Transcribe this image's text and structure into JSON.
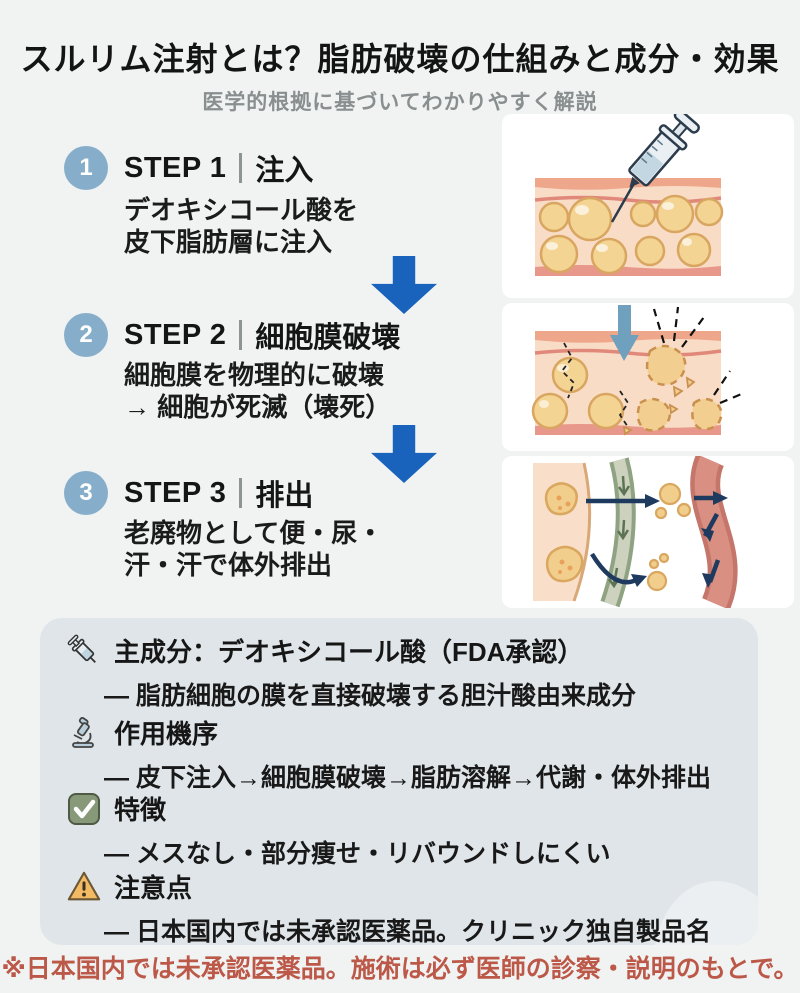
{
  "header": {
    "title": "スルリム注射とは？脂肪破壊の仕組みと成分・効果",
    "subtitle": "医学的根拠に基づいてわかりやすく解説"
  },
  "steps": [
    {
      "number": "1",
      "step_label": "STEP 1",
      "title": "注入",
      "description": "デオキシコール酸を\n皮下脂肪層に注入",
      "illustration": "syringe-injecting-into-subcutaneous-fat"
    },
    {
      "number": "2",
      "step_label": "STEP 2",
      "title": "細胞膜破壊",
      "description": "細胞膜を物理的に破壊\n→ 細胞が死滅（壊死）",
      "illustration": "fat-cell-membranes-breaking"
    },
    {
      "number": "3",
      "step_label": "STEP 3",
      "title": "排出",
      "description": "老廃物として便・尿・\n汗・汗で体外排出",
      "illustration": "waste-excreted-via-lymph-and-blood-vessels"
    }
  ],
  "summary": {
    "items": [
      {
        "icon": "syringe-icon",
        "title": "主成分：デオキシコール酸（FDA承認）",
        "detail": "— 脂肪細胞の膜を直接破壊する胆汁酸由来成分"
      },
      {
        "icon": "microscope-icon",
        "title": "作用機序",
        "detail": "— 皮下注入→細胞膜破壊→脂肪溶解→代謝・体外排出"
      },
      {
        "icon": "check-icon",
        "title": "特徴",
        "detail": "— メスなし・部分痩せ・リバウンドしにくい"
      },
      {
        "icon": "warning-icon",
        "title": "注意点",
        "detail": "— 日本国内では未承認医薬品。クリニック独自製品名"
      }
    ]
  },
  "footer": {
    "disclaimer": "※日本国内では未承認医薬品。施術は必ず医師の診察・説明のもとで。"
  },
  "colors": {
    "accent_blue": "#1a63bd",
    "badge_blue": "#86aecb",
    "summary_box_bg": "#dfe5e8",
    "footer_red": "#bc5848",
    "page_bg": "#f1f3f3"
  }
}
